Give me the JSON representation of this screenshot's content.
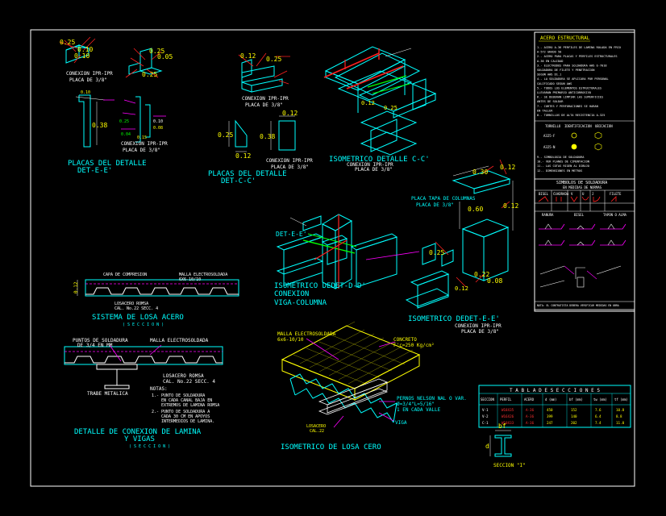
{
  "colors": {
    "background": "#000000",
    "cyan": "#00ffff",
    "yellow": "#ffff00",
    "white": "#ffffff",
    "red": "#ff2020",
    "green": "#00ff00",
    "magenta": "#ff00ff",
    "blue": "#4a6cff"
  },
  "placas_det_e": {
    "title_1": "PLACAS DEL DETALLE",
    "title_2": "DET-E-E'",
    "conexion_1": "CONEXION IPR-IPR",
    "placa_1": "PLACA DE 3/8\"",
    "conexion_2": "CONEXION IPR-IPR",
    "placa_2": "PLACA DE 3/8\"",
    "dims": [
      "0.25",
      "0.10",
      "0.10",
      "0.25",
      "0.05",
      "0.38",
      "0.25",
      "0.10",
      "0.08",
      "0.04",
      "0.15"
    ]
  },
  "placas_det_c": {
    "title_1": "PLACAS DEL DETALLE",
    "title_2": "DET-C-C'",
    "conexion_1": "CONEXION IPR-IPR",
    "placa_1": "PLACA DE 3/8\"",
    "conexion_2": "CONEXION IPR-IPR",
    "placa_2": "PLACA DE 3/8\"",
    "dims": [
      "0.12",
      "0.25",
      "0.25",
      "0.12",
      "0.38"
    ]
  },
  "iso_c": {
    "title": "ISOMETRICO DETALLE C-C'",
    "conexion": "CONEXION IPR-IPR",
    "placa": "PLACA DE 3/8\"",
    "dims": [
      "0.12",
      "0.25"
    ]
  },
  "iso_d": {
    "label": "DET-E-E'",
    "title_1": "ISOMETRICO DEDET-D-D'",
    "title_2": "CONEXION",
    "title_3": "VIGA-COLUMNA",
    "dims": [
      "0.25",
      "0.12"
    ]
  },
  "iso_e": {
    "title": "ISOMETRICO DEDET-E-E'",
    "conexion": "CONEXION IPR-IPR",
    "placa": "PLACA DE 3/8\"",
    "tapa_1": "PLACA TAPA DE COLUMNAS",
    "tapa_2": "PLACA DE 3/8\"",
    "dims": [
      "0.30",
      "0.12",
      "0.12",
      "0.60",
      "0.22",
      "0.25",
      "0.08"
    ]
  },
  "losa_acero": {
    "title": "SISTEMA DE LOSA ACERO",
    "subtitle": "( S E C C I O N )",
    "capa": "CAPA DE COMPRESION",
    "malla_1": "MALLA ELECTROSOLDADA",
    "malla_2": "6X6-10/10",
    "losacero_1": "LOSACERO ROMSA",
    "losacero_2": "CAL. No.22 SECC. 4",
    "dim": "0.12"
  },
  "conexion_lamina": {
    "title_1": "DETALLE DE CONEXION DE LAMINA",
    "title_2": "Y VIGAS",
    "subtitle": "( S E C C I O N )",
    "puntos_1": "PUNTOS DE SOLDADURA",
    "puntos_2": "DE 3/4 EN MM",
    "malla": "MALLA ELECTROSOLDADA",
    "losacero_1": "LOSACERO ROMSA",
    "losacero_2": "CAL. No.22 SECC. 4",
    "trabe": "TRABE METALICA",
    "notas_title": "NOTAS:",
    "nota_1": [
      "1.- PUNTO DE SOLDADURA",
      "EN CADA CANAL BAJA EN",
      "EXTREMOS DE LAMINA ROMSA"
    ],
    "nota_2": [
      "2.- PUNTO DE SOLDADURA A",
      "CADA 30 CM EN APOYOS",
      "INTERMEDIOS DE LAMINA."
    ]
  },
  "losa_cero": {
    "title": "ISOMETRICO DE LOSA CERO",
    "malla_1": "MALLA ELECTROSOLDADA",
    "malla_2": "6x6-10/10",
    "concreto_1": "CONCRETO",
    "concreto_2": "F'c=250 Kg/cm²",
    "pernos_1": "PERNOS NELSON NAL O VAR.",
    "pernos_2": "Ø=3/4\"L=5/16\"",
    "pernos_3": "1 EN CADA VALLE",
    "viga": "VIGA",
    "losacero_1": "LOSACERO",
    "losacero_2": "CAL.22"
  },
  "notes_panel": {
    "title": "ACERO ESTRUCTURAL",
    "lines": [
      "1.- ACERO A-36 PERFILES DE LAMINA ROLADA EN FRIO",
      "    A-572 GRADO 50",
      "2.- ACERO PARA PLACAS Y PERFILES ESTRUCTURALES",
      "    A-36 EN CALIDAD",
      "3.- ELECTRODOS PARA SOLDADURA AWS E-7018",
      "    SOLDADURA DE FILETE Y PENETRACION",
      "    SEGUN AWS D1.1",
      "4.- LA SOLDADURA SE APLICARA POR PERSONAL",
      "    CALIFICADO SEGUN AWS",
      "5.- TODOS LOS ELEMENTOS ESTRUCTURALES",
      "    LLEVARAN PRIMARIO ANTICORROSIVO",
      "6.- SE DEBERAN LIMPIAR LAS SUPERFICIES",
      "    ANTES DE SOLDAR",
      "7.- CORTES Y PERFORACIONES SE HARAN",
      "    EN TALLER",
      "8.- TORNILLOS DE ALTA RESISTENCIA A-325",
      "9.- SIMBOLOGIA DE SOLDADURA",
      "10.- VER PLANOS DE CIMENTACION",
      "11.- LAS COTAS RIGEN AL DIBUJO",
      "12.- DIMENSIONES EN METROS"
    ],
    "legend_headers": [
      "TORNILLO",
      "IDENTIFICACION",
      "UBICACION"
    ],
    "legend_rows": [
      "A325-F",
      "A325-N"
    ],
    "simbolos_title": "SIMBOLOS DE SOLDADURA",
    "simbolos_sub": "EN MEDIDAS DE NORMAS",
    "simbolos_cols": [
      "BISEL",
      "CUADRADA",
      "V",
      "U",
      "J",
      "FILETE"
    ],
    "simbolos_row2": [
      "RANURA",
      "BISEL",
      "TAPON O ALMA"
    ],
    "bottom": "NOTA: EL CONTRATISTA DEBERA VERIFICAR MEDIDAS EN OBRA"
  },
  "tabla": {
    "title": "T A B L A   D E   S E C C I O N E S",
    "headers": [
      "SECCION",
      "PERFIL",
      "ACERO",
      "d (mm)",
      "bf (mm)",
      "tw (mm)",
      "tf (mm)"
    ],
    "rows": [
      [
        "V-1",
        "W18X35",
        "A-36",
        "450",
        "152",
        "7.6",
        "10.8"
      ],
      [
        "V-2",
        "W16X26",
        "A-36",
        "399",
        "140",
        "6.4",
        "8.8"
      ],
      [
        "C-1",
        "W10X33",
        "A-36",
        "247",
        "202",
        "7.4",
        "11.0"
      ]
    ],
    "section_label": "SECCION \"I\"",
    "d_label": "d",
    "bf_label": "bf"
  }
}
